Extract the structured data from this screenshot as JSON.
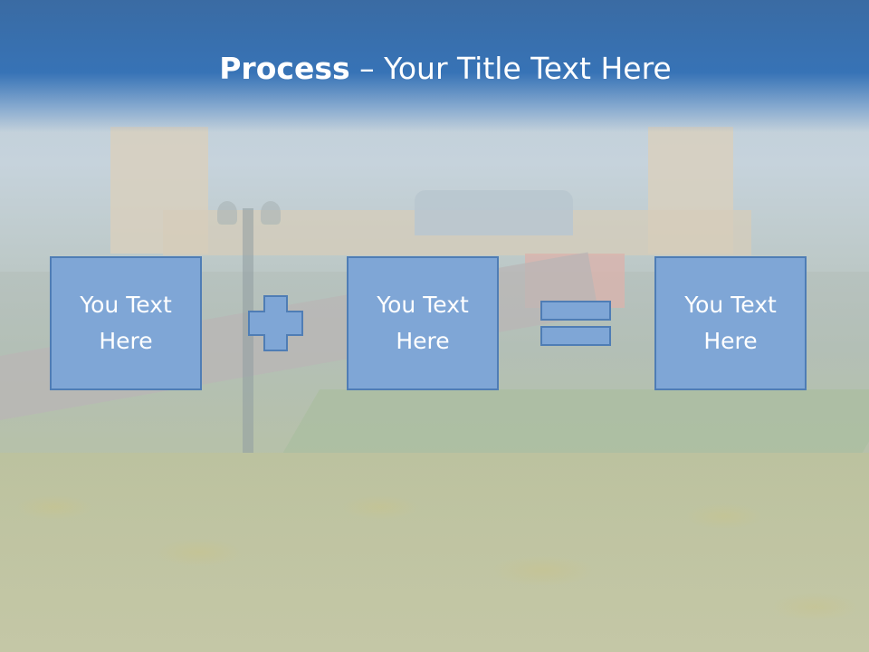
{
  "slide": {
    "title_bold": "Process",
    "title_rest": " – Your Title Text Here",
    "colors": {
      "header": "#3773b6",
      "box_fill": "#7fa6d6",
      "box_border": "#4f7db5",
      "text": "#ffffff"
    }
  },
  "process": {
    "box1": {
      "line1": "You Text",
      "line2": "Here"
    },
    "operator1": "plus-icon",
    "box2": {
      "line1": "You Text",
      "line2": "Here"
    },
    "operator2": "equals-icon",
    "box3": {
      "line1": "You Text",
      "line2": "Here"
    }
  }
}
